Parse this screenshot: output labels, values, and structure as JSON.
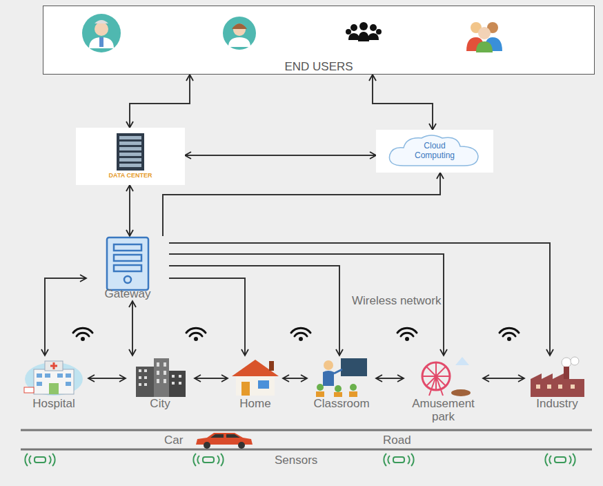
{
  "diagram": {
    "nodes": [
      {
        "text": [
          "END USERS"
        ]
      },
      {
        "text": [
          "DATA CENTER"
        ]
      },
      {
        "text": [
          "Cloud Computing"
        ]
      },
      {
        "text": [
          "Gateway"
        ]
      },
      {
        "text": [
          "Hospital"
        ]
      },
      {
        "text": [
          "City"
        ]
      },
      {
        "text": [
          "Home"
        ]
      },
      {
        "text": [
          "Classroom"
        ]
      },
      {
        "text": [
          "Amusement park"
        ]
      },
      {
        "text": [
          "Industry"
        ]
      }
    ],
    "edges": [
      {
        "from": 0,
        "to": 1,
        "arrow": "both"
      },
      {
        "from": 0,
        "to": 2,
        "arrow": "both"
      },
      {
        "from": 1,
        "to": 2,
        "arrow": "both"
      },
      {
        "from": 1,
        "to": 3,
        "arrow": "both"
      },
      {
        "from": 3,
        "to": 2,
        "arrow": "to"
      },
      {
        "from": 3,
        "to": 4,
        "arrow": "both"
      },
      {
        "from": 3,
        "to": 5,
        "arrow": "both"
      },
      {
        "from": 3,
        "to": 6,
        "arrow": "to"
      },
      {
        "from": 3,
        "to": 7,
        "arrow": "to"
      },
      {
        "from": 3,
        "to": 8,
        "arrow": "to"
      },
      {
        "from": 3,
        "to": 9,
        "arrow": "to"
      },
      {
        "from": 4,
        "to": 5,
        "arrow": "both"
      },
      {
        "from": 5,
        "to": 6,
        "arrow": "both"
      },
      {
        "from": 6,
        "to": 7,
        "arrow": "both"
      },
      {
        "from": 7,
        "to": 8,
        "arrow": "both"
      },
      {
        "from": 8,
        "to": 9,
        "arrow": "both"
      }
    ],
    "labels": [
      "Wireless network",
      "Car",
      "Road",
      "Sensors"
    ]
  }
}
